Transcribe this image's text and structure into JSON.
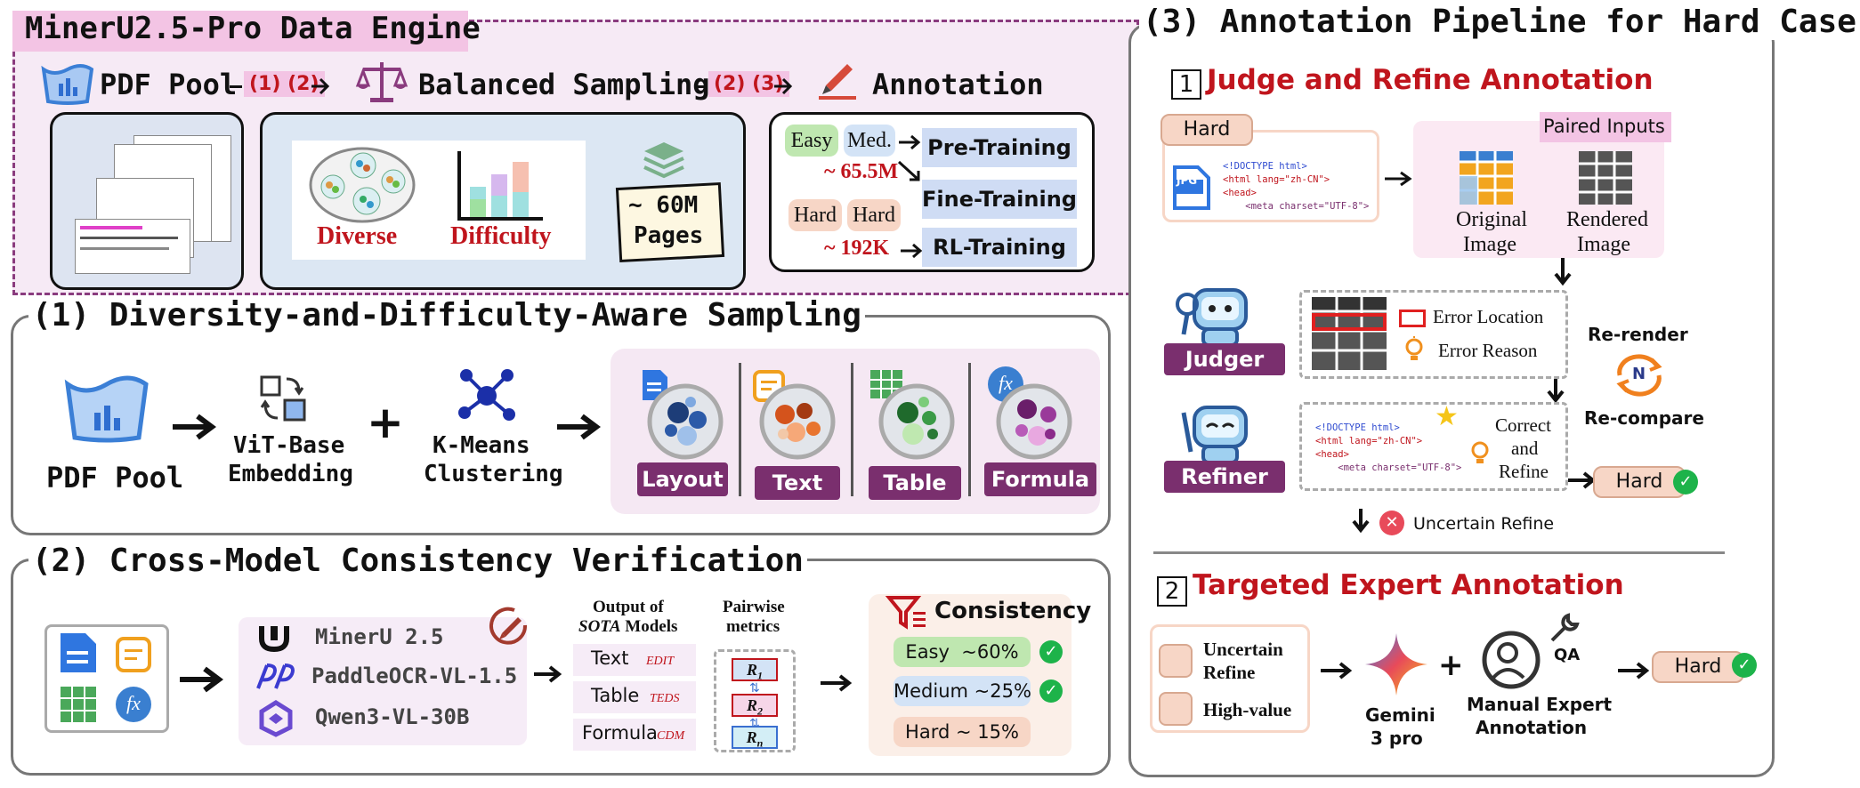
{
  "engine": {
    "title": "MinerU2.5-Pro Data Engine",
    "pdf_pool": "PDF Pool",
    "arrow1_label": "(1) (2)",
    "balanced_sampling": "Balanced Sampling",
    "arrow2_label": "(2) (3)",
    "annotation": "Annotation",
    "diverse": "Diverse",
    "difficulty": "Difficulty",
    "pages_line1": "~ 60M",
    "pages_line2": "Pages",
    "easy": "Easy",
    "med": "Med.",
    "count_easy": "~ 65.5M",
    "hard1": "Hard",
    "hard2": "Hard",
    "count_hard": "~ 192K",
    "pre_training": "Pre-Training",
    "fine_training": "Fine-Training",
    "rl_training": "RL-Training"
  },
  "section1": {
    "title": "(1) Diversity-and-Difficulty-Aware Sampling",
    "pdf_pool": "PDF Pool",
    "vit_line1": "ViT-Base",
    "vit_line2": "Embedding",
    "kmeans_line1": "K-Means",
    "kmeans_line2": "Clustering",
    "clusters": [
      "Layout",
      "Text",
      "Table",
      "Formula"
    ],
    "formula_icon": "fx"
  },
  "section2": {
    "title": "(2) Cross-Model Consistency Verification",
    "models": [
      "MinerU 2.5",
      "PaddleOCR-VL-1.5",
      "Qwen3-VL-30B"
    ],
    "output_header_line1": "Output of",
    "output_header_sota": "SOTA",
    "output_header_rest": " Models",
    "outputs": [
      {
        "name": "Text",
        "metric": "EDIT"
      },
      {
        "name": "Table",
        "metric": "TEDS"
      },
      {
        "name": "Formula",
        "metric": "CDM"
      }
    ],
    "pairwise_line1": "Pairwise",
    "pairwise_line2": "metrics",
    "r_labels": [
      "R",
      "R",
      "R"
    ],
    "r_subs": [
      "1",
      "2",
      "n"
    ],
    "consistency_title": "Consistency",
    "levels": [
      "Easy  ~60%",
      "Medium ~25%",
      "Hard ~ 15%"
    ],
    "formula_icon": "fx"
  },
  "section3": {
    "title": "(3) Annotation Pipeline for Hard Case",
    "step1_num": "1",
    "step1_title": "Judge and Refine Annotation",
    "hard_tag": "Hard",
    "jpg": "JPG",
    "code_lines": [
      "<!DOCTYPE html>",
      "<html lang=\"zh-CN\">",
      "<head>",
      "    <meta charset=\"UTF-8\">"
    ],
    "paired_inputs": "Paired Inputs",
    "original_line1": "Original",
    "original_line2": "Image",
    "rendered_line1": "Rendered",
    "rendered_line2": "Image",
    "judger": "Judger",
    "error_location": "Error Location",
    "error_reason": "Error Reason",
    "re_render": "Re-render",
    "re_compare": "Re-compare",
    "n_badge": "N",
    "refiner": "Refiner",
    "correct_line1": "Correct",
    "correct_line2": "and",
    "correct_line3": "Refine",
    "hard_result": "Hard",
    "uncertain_refine": "Uncertain Refine",
    "step2_num": "2",
    "step2_title": "Targeted Expert Annotation",
    "uncertain_line1": "Uncertain",
    "uncertain_line2": "Refine",
    "high_value": "High-value",
    "gemini_line1": "Gemini",
    "gemini_line2": "3 pro",
    "qa": "QA",
    "manual_line1": "Manual Expert",
    "manual_line2": "Annotation",
    "hard_final": "Hard"
  },
  "colors": {
    "pink": "#f6c9e6",
    "red": "#c0151d",
    "purple_tag": "#7a2f6e",
    "stage_blue": "#cfdcf4",
    "green_check": "#1db34a",
    "easy_green": "#bfe7b0",
    "medium_blue": "#d3e3f6",
    "hard_peach": "#f7d6c6"
  }
}
